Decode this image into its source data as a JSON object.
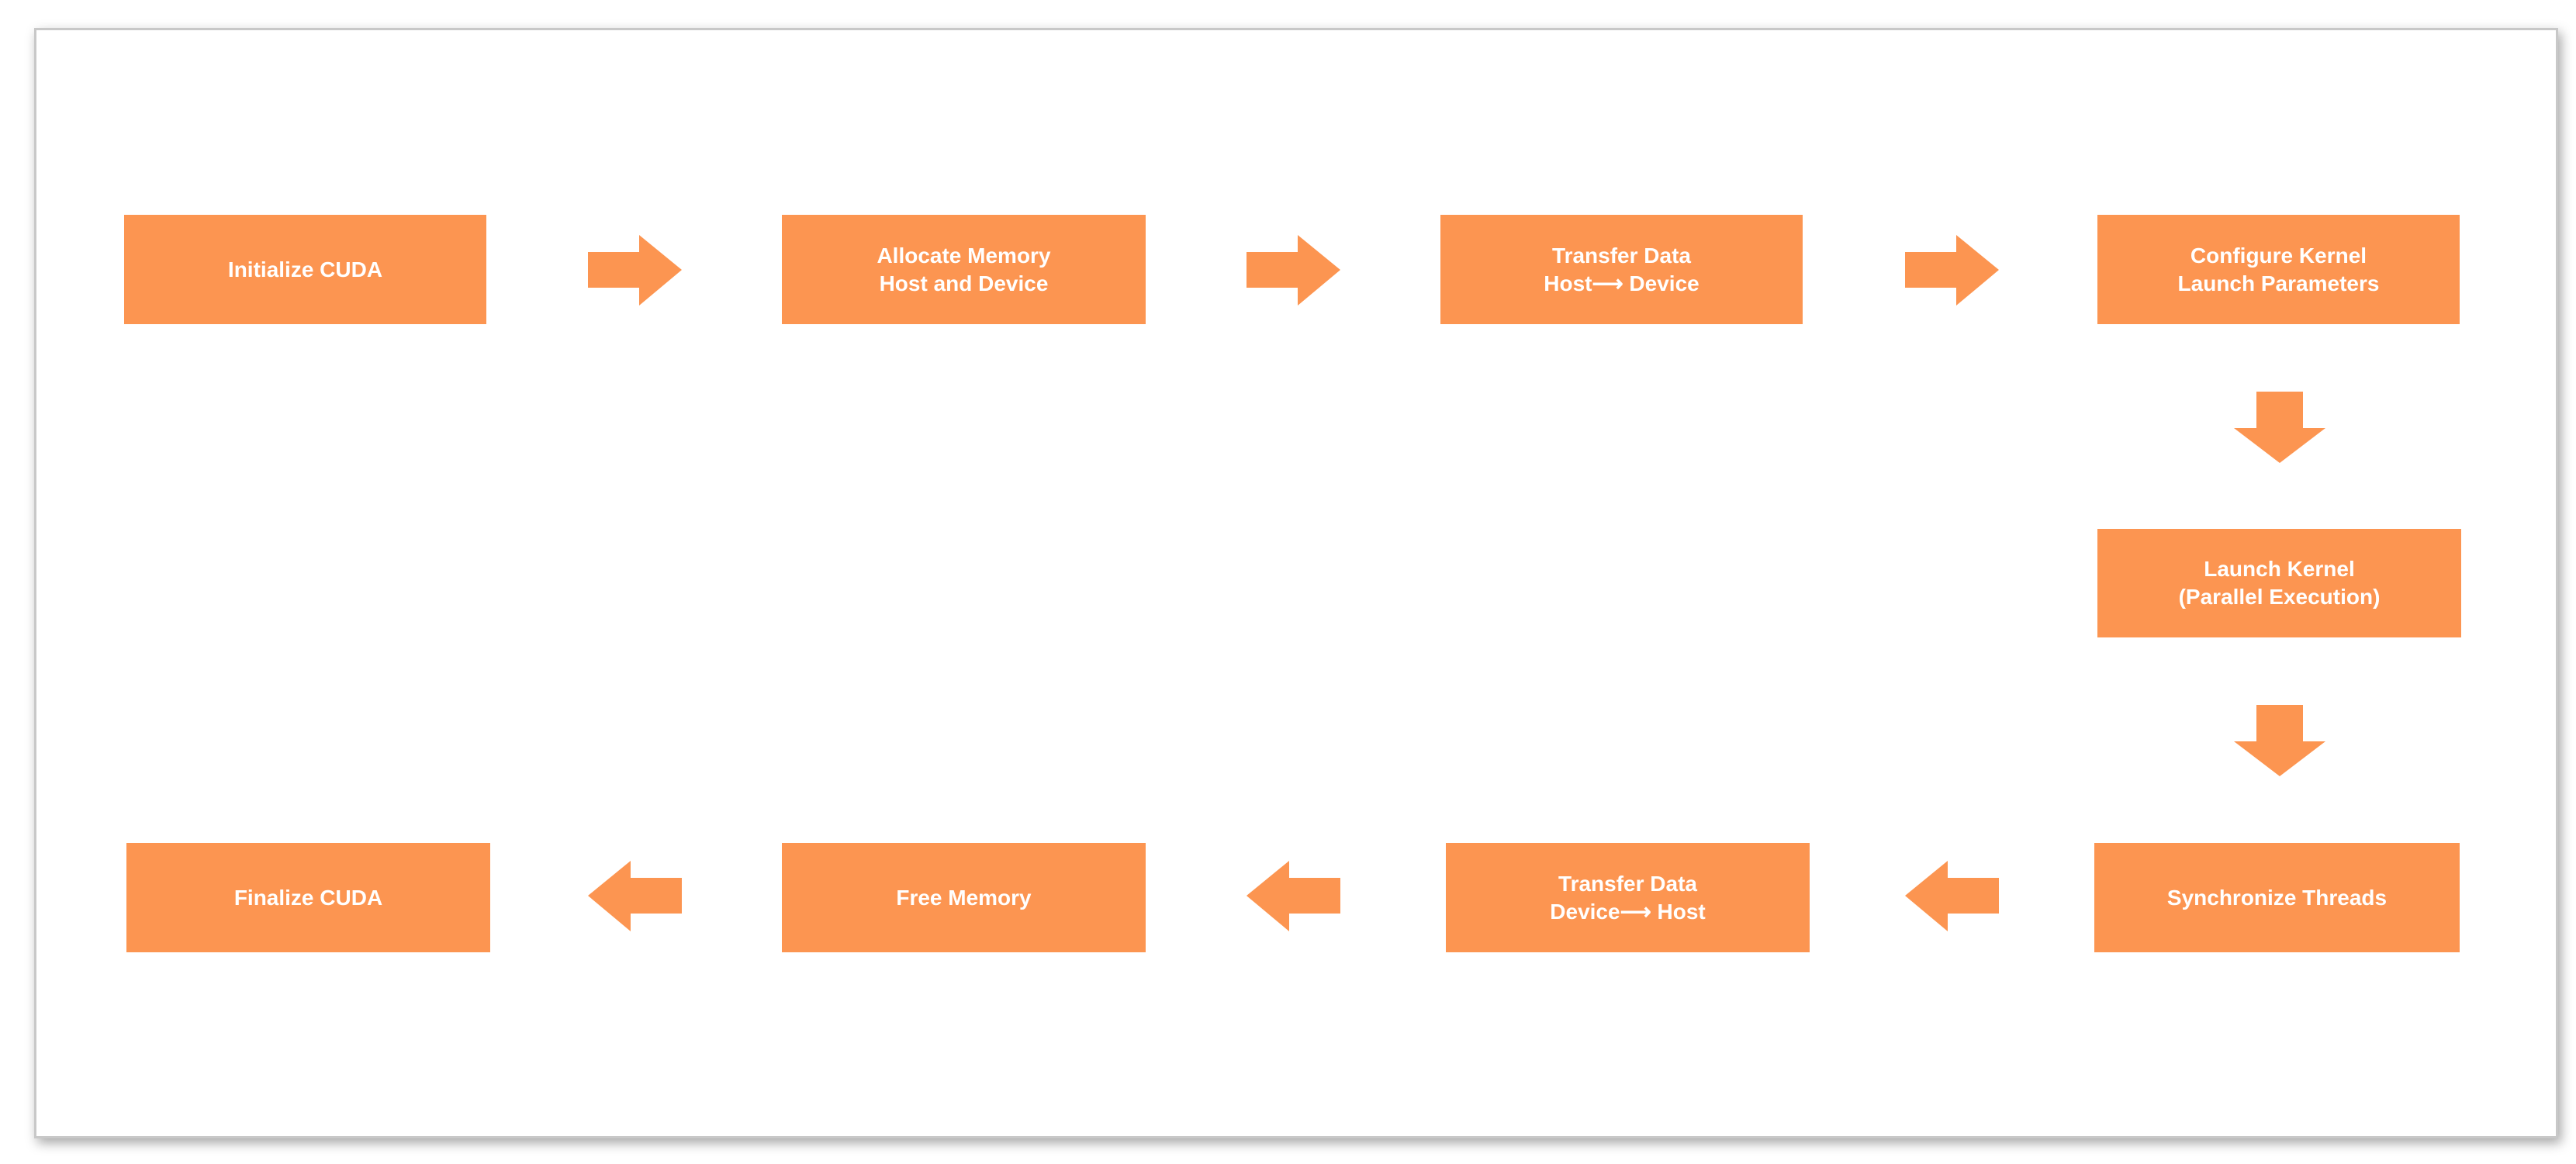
{
  "colors": {
    "box_fill": "#fc9551",
    "arrow_fill": "#fc9551",
    "text": "#ffffff",
    "frame_border": "#c8c8c8"
  },
  "steps": [
    {
      "line1": "Initialize CUDA",
      "line2": ""
    },
    {
      "line1": "Allocate Memory",
      "line2": "Host and Device"
    },
    {
      "line1": "Transfer Data",
      "line2": "Host⟶ Device"
    },
    {
      "line1": "Configure Kernel",
      "line2": "Launch Parameters"
    },
    {
      "line1": "Launch Kernel",
      "line2": "(Parallel Execution)"
    },
    {
      "line1": "Synchronize Threads",
      "line2": ""
    },
    {
      "line1": "Transfer Data",
      "line2": "Device⟶ Host"
    },
    {
      "line1": "Free Memory",
      "line2": ""
    },
    {
      "line1": "Finalize CUDA",
      "line2": ""
    }
  ],
  "arrows": [
    {
      "from": "Initialize CUDA",
      "to": "Allocate Memory",
      "direction": "right"
    },
    {
      "from": "Allocate Memory",
      "to": "Transfer Data Host to Device",
      "direction": "right"
    },
    {
      "from": "Transfer Data Host to Device",
      "to": "Configure Kernel",
      "direction": "right"
    },
    {
      "from": "Configure Kernel",
      "to": "Launch Kernel",
      "direction": "down"
    },
    {
      "from": "Launch Kernel",
      "to": "Synchronize Threads",
      "direction": "down"
    },
    {
      "from": "Synchronize Threads",
      "to": "Transfer Data Device to Host",
      "direction": "left"
    },
    {
      "from": "Transfer Data Device to Host",
      "to": "Free Memory",
      "direction": "left"
    },
    {
      "from": "Free Memory",
      "to": "Finalize CUDA",
      "direction": "left"
    }
  ]
}
